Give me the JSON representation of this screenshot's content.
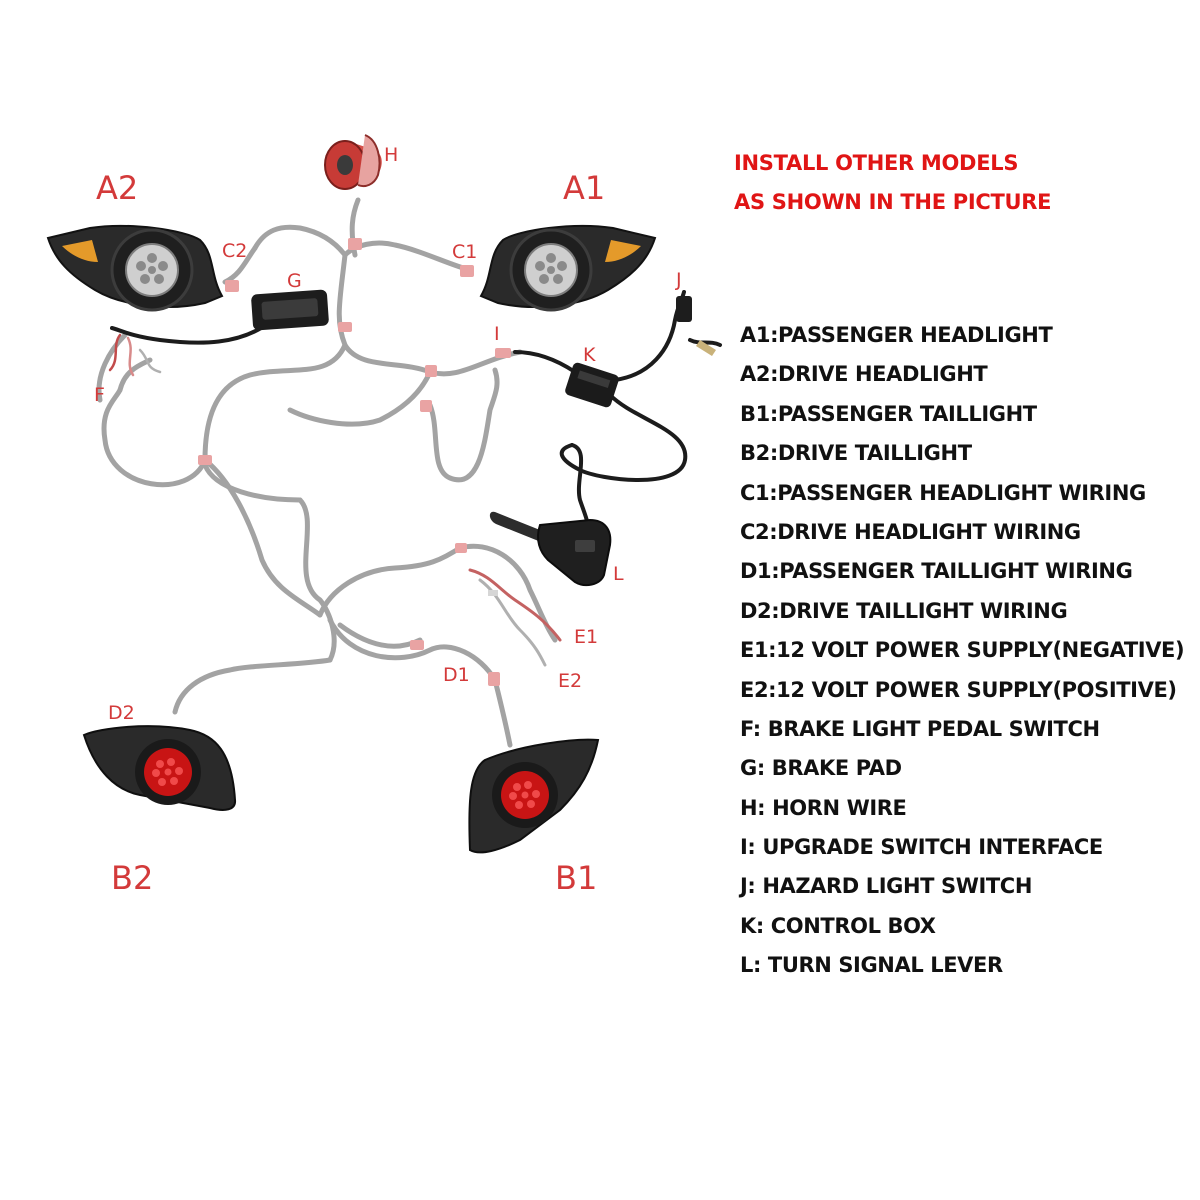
{
  "notice": {
    "line1": "INSTALL OTHER MODELS",
    "line2": "AS SHOWN IN THE PICTURE"
  },
  "callouts": {
    "a1": "A1",
    "a2": "A2",
    "b1": "B1",
    "b2": "B2",
    "c1": "C1",
    "c2": "C2",
    "d1": "D1",
    "d2": "D2",
    "e1": "E1",
    "e2": "E2",
    "f": "F",
    "g": "G",
    "h": "H",
    "i": "I",
    "j": "J",
    "k": "K",
    "l": "L"
  },
  "legend": [
    "A1:PASSENGER HEADLIGHT",
    "A2:DRIVE HEADLIGHT",
    "B1:PASSENGER TAILLIGHT",
    "B2:DRIVE TAILLIGHT",
    "C1:PASSENGER HEADLIGHT WIRING",
    "C2:DRIVE HEADLIGHT WIRING",
    "D1:PASSENGER TAILLIGHT WIRING",
    "D2:DRIVE TAILLIGHT WIRING",
    "E1:12 VOLT POWER SUPPLY(NEGATIVE)",
    "E2:12 VOLT POWER SUPPLY(POSITIVE)",
    "F: BRAKE LIGHT PEDAL SWITCH",
    "G: BRAKE PAD",
    "H: HORN WIRE",
    "I: UPGRADE SWITCH INTERFACE",
    "J: HAZARD LIGHT SWITCH",
    "K: CONTROL BOX",
    "L: TURN SIGNAL LEVER"
  ],
  "colors": {
    "callout_red": "#d33a3a",
    "notice_red": "#e01515",
    "legend_text": "#111111",
    "harness_gray": "#9a9a9a",
    "cable_black": "#1a1a1a",
    "connector_pink": "#e8a0a0",
    "housing_dark": "#2a2a2a",
    "taillight_red": "#c81414"
  }
}
